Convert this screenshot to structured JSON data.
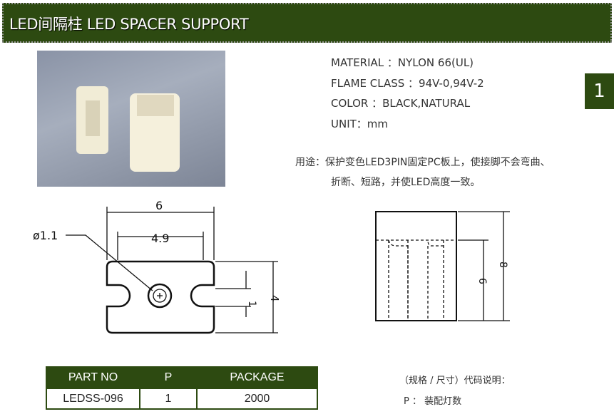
{
  "header": {
    "title": "LED间隔柱 LED SPACER SUPPORT"
  },
  "specs": [
    "MATERIAL ：NYLON 66(UL)",
    "FLAME CLASS ：94V-0,94V-2",
    "COLOR ：BLACK,NATURAL",
    "UNIT：mm"
  ],
  "page_badge": "1",
  "usage": {
    "label": "用途：",
    "line1": "保护变色LED3PIN固定PC板上，使接脚不会弯曲、",
    "line2": "折断、短路，并使LED高度一致。"
  },
  "drawing_front": {
    "width": "6",
    "inner": "4.9",
    "hole": "ø1.1",
    "slot": "1",
    "height": "4"
  },
  "drawing_side": {
    "inner_h": "6",
    "height": "8"
  },
  "table": {
    "headers": [
      "PART NO",
      "P",
      "PACKAGE"
    ],
    "rows": [
      [
        "LEDSS-096",
        "1",
        "2000"
      ]
    ]
  },
  "notes": {
    "title": "（规格 / 尺寸）代码说明：",
    "p": "P ： 装配灯数"
  }
}
